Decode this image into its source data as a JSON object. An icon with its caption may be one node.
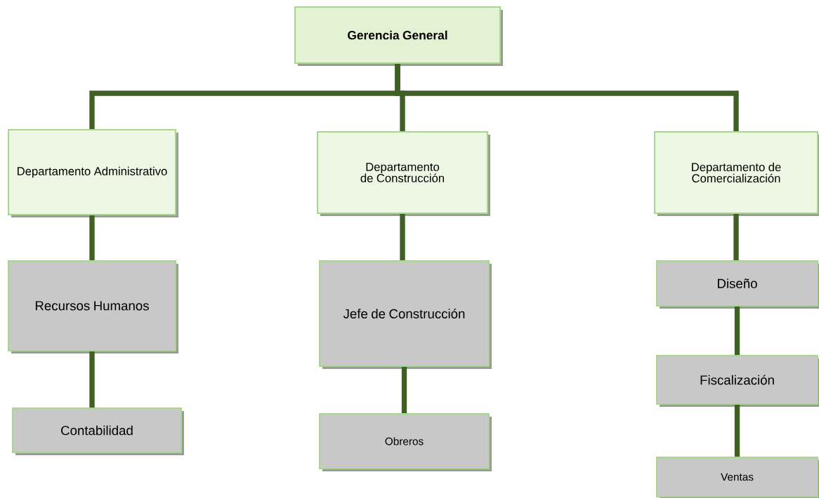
{
  "diagram": {
    "nodes": [
      {
        "text": [
          "Gerencia General"
        ]
      },
      {
        "text": [
          "Departamento Administrativo"
        ]
      },
      {
        "text": [
          "Departamento de Construcción"
        ]
      },
      {
        "text": [
          "Departamento de Comercialización"
        ]
      },
      {
        "text": [
          "Recursos Humanos"
        ]
      },
      {
        "text": [
          "Contabilidad"
        ]
      },
      {
        "text": [
          "Jefe de Construcción"
        ]
      },
      {
        "text": [
          "Obreros"
        ]
      },
      {
        "text": [
          "Diseño"
        ]
      },
      {
        "text": [
          "Fiscalización"
        ]
      },
      {
        "text": [
          "Ventas"
        ]
      }
    ],
    "edges": [
      {
        "from": 0,
        "to": 1,
        "arrow": "none"
      },
      {
        "from": 0,
        "to": 2,
        "arrow": "none"
      },
      {
        "from": 0,
        "to": 3,
        "arrow": "none"
      },
      {
        "from": 1,
        "to": 4,
        "arrow": "none"
      },
      {
        "from": 4,
        "to": 5,
        "arrow": "none"
      },
      {
        "from": 2,
        "to": 6,
        "arrow": "none"
      },
      {
        "from": 6,
        "to": 7,
        "arrow": "none"
      },
      {
        "from": 3,
        "to": 8,
        "arrow": "none"
      },
      {
        "from": 8,
        "to": 9,
        "arrow": "none"
      },
      {
        "from": 9,
        "to": 10,
        "arrow": "none"
      }
    ]
  }
}
